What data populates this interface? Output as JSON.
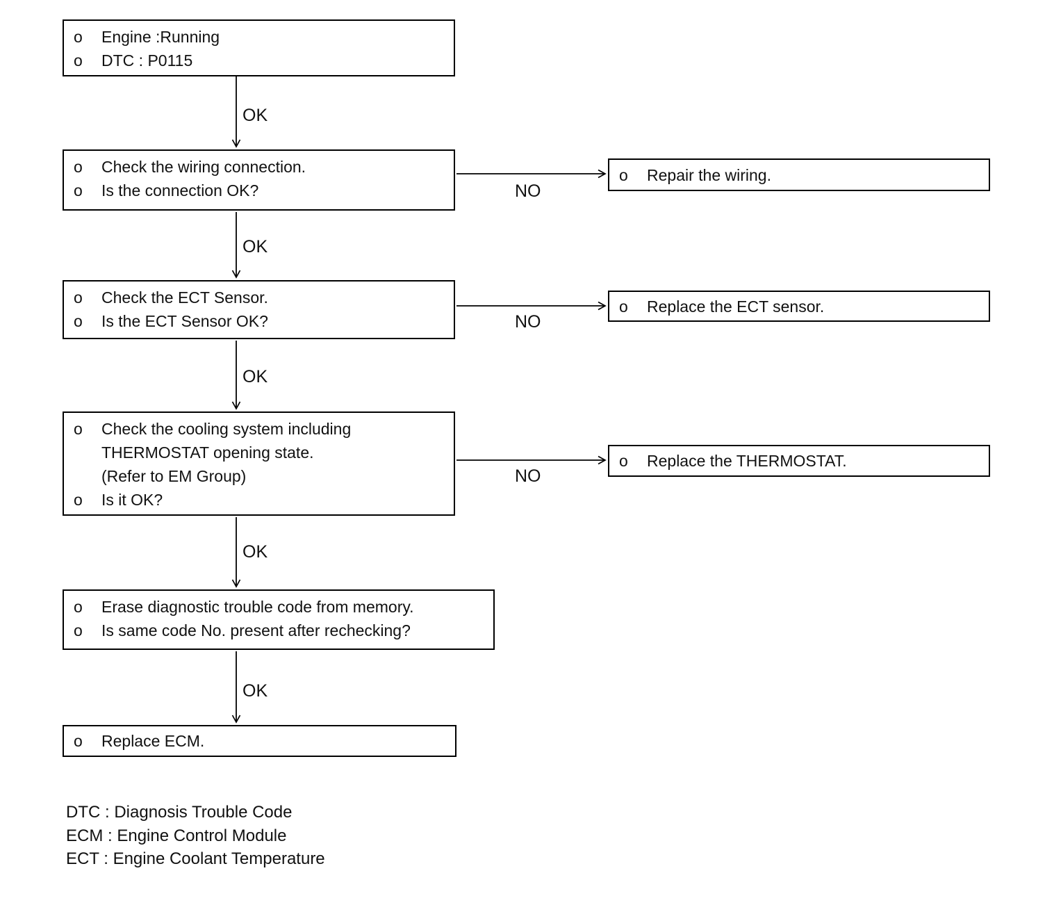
{
  "bullet": "o",
  "labels": {
    "ok": "OK",
    "no": "NO"
  },
  "nodes": {
    "start": {
      "rows": [
        {
          "b": true,
          "t": "Engine :Running"
        },
        {
          "b": true,
          "t": "DTC : P0115"
        }
      ]
    },
    "check_wiring": {
      "rows": [
        {
          "b": true,
          "t": "Check the wiring connection."
        },
        {
          "b": true,
          "t": "Is the connection OK?"
        }
      ]
    },
    "check_ect_sensor": {
      "rows": [
        {
          "b": true,
          "t": "Check the ECT Sensor."
        },
        {
          "b": true,
          "t": "Is the ECT Sensor OK?"
        }
      ]
    },
    "check_cooling_system": {
      "rows": [
        {
          "b": true,
          "t": "Check the cooling system including"
        },
        {
          "b": false,
          "t": "THERMOSTAT opening state."
        },
        {
          "b": false,
          "t": "(Refer to EM Group)"
        },
        {
          "b": true,
          "t": "Is it OK?"
        }
      ]
    },
    "erase_dtc": {
      "rows": [
        {
          "b": true,
          "t": "Erase diagnostic trouble code from memory."
        },
        {
          "b": true,
          "t": "Is same code No. present after rechecking?"
        }
      ]
    },
    "replace_ecm": {
      "rows": [
        {
          "b": true,
          "t": "Replace ECM."
        }
      ]
    },
    "repair_wiring": {
      "rows": [
        {
          "b": true,
          "t": "Repair the wiring."
        }
      ]
    },
    "replace_ect_sensor": {
      "rows": [
        {
          "b": true,
          "t": "Replace the ECT sensor."
        }
      ]
    },
    "replace_thermostat": {
      "rows": [
        {
          "b": true,
          "t": "Replace the THERMOSTAT."
        }
      ]
    }
  },
  "legend": [
    "DTC : Diagnosis Trouble Code",
    "ECM : Engine Control Module",
    "ECT : Engine Coolant Temperature"
  ]
}
